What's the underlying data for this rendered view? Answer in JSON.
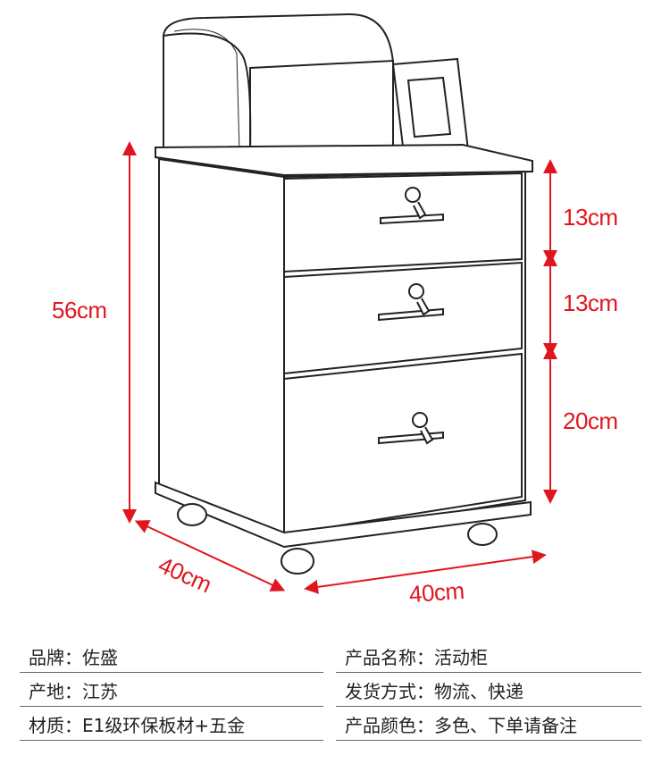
{
  "dimensions": {
    "height_total": "56cm",
    "drawer_1": "13cm",
    "drawer_2": "13cm",
    "drawer_3": "20cm",
    "depth": "40cm",
    "width": "40cm"
  },
  "specs": {
    "left": [
      {
        "key": "品牌",
        "sep": "：",
        "value": "佐盛"
      },
      {
        "key": "产地",
        "sep": "：",
        "value": "江苏"
      },
      {
        "key": "材质",
        "sep": "：",
        "value": "E1级环保板材+五金"
      }
    ],
    "right": [
      {
        "key": "产品名称",
        "sep": "：",
        "value": "活动柜"
      },
      {
        "key": "发货方式",
        "sep": "：",
        "value": "物流、快递"
      },
      {
        "key": "产品颜色",
        "sep": "：",
        "value": "多色、下单请备注"
      }
    ]
  },
  "colors": {
    "accent": "#e0161f",
    "line": "#222222"
  }
}
